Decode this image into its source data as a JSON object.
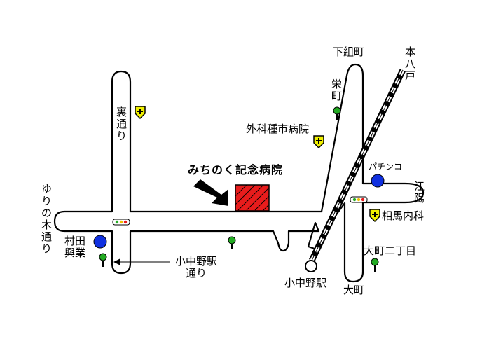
{
  "labels": {
    "hospital": "みちのく記念病院",
    "ura_dori": "裏通り",
    "yurinoki_dori": "ゆりの木通り",
    "murata_kogyo": "村田興業",
    "konakano_eki_dori": "小中野駅通り",
    "konakano_eki": "小中野駅",
    "shimogumi_cho": "下組町",
    "sakae_cho": "栄町",
    "hon_hachinohe": "本八戸",
    "geka_clinic": "外科種市病院",
    "pachinko": "パチンコ",
    "e_yo": "江陽",
    "soma_naika": "相馬内科",
    "omachi_nichome": "大町二丁目",
    "omachi": "大町"
  },
  "colors": {
    "hospital_fill": "#e81c1c",
    "landmark_blue": "#1030e0",
    "clinic_yellow": "#f0f000",
    "tree_green": "#22aa22"
  },
  "icons": [
    "hospital-building-icon",
    "pointer-arrow-icon",
    "clinic-marker-icon",
    "tree-icon",
    "traffic-signal-icon",
    "landmark-dot-icon",
    "station-circle-icon"
  ]
}
